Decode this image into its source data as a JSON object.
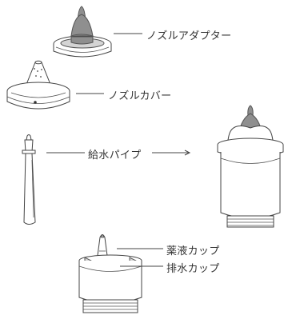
{
  "labels": {
    "nozzle_adapter": "ノズルアダプター",
    "nozzle_cover": "ノズルカバー",
    "water_pipe": "給水パイプ",
    "medicine_cup": "薬液カップ",
    "drain_cup": "排水カップ"
  }
}
